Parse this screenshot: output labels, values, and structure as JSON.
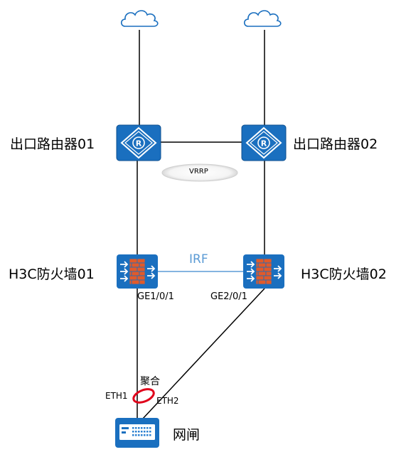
{
  "nodes": {
    "router1": {
      "label": "出口路由器01",
      "icon": "router-icon"
    },
    "router2": {
      "label": "出口路由器02",
      "icon": "router-icon"
    },
    "firewall1": {
      "label": "H3C防火墙01",
      "icon": "firewall-icon"
    },
    "firewall2": {
      "label": "H3C防火墙02",
      "icon": "firewall-icon"
    },
    "gateway": {
      "label": "网闸",
      "icon": "gatekeeper-icon"
    },
    "cloud1": {
      "icon": "cloud-icon"
    },
    "cloud2": {
      "icon": "cloud-icon"
    }
  },
  "links": {
    "vrrp": "VRRP",
    "irf": "IRF",
    "fw1_port": "GE1/0/1",
    "fw2_port": "GE2/0/1",
    "aggregation": "聚合",
    "eth1": "ETH1",
    "eth2": "ETH2"
  },
  "colors": {
    "device_blue": "#1a6fbf",
    "device_dark": "#0d4f8f",
    "brick_orange": "#e05a2b",
    "irf_line": "#5b9bd5",
    "aggregation_ring": "#e0001a"
  }
}
